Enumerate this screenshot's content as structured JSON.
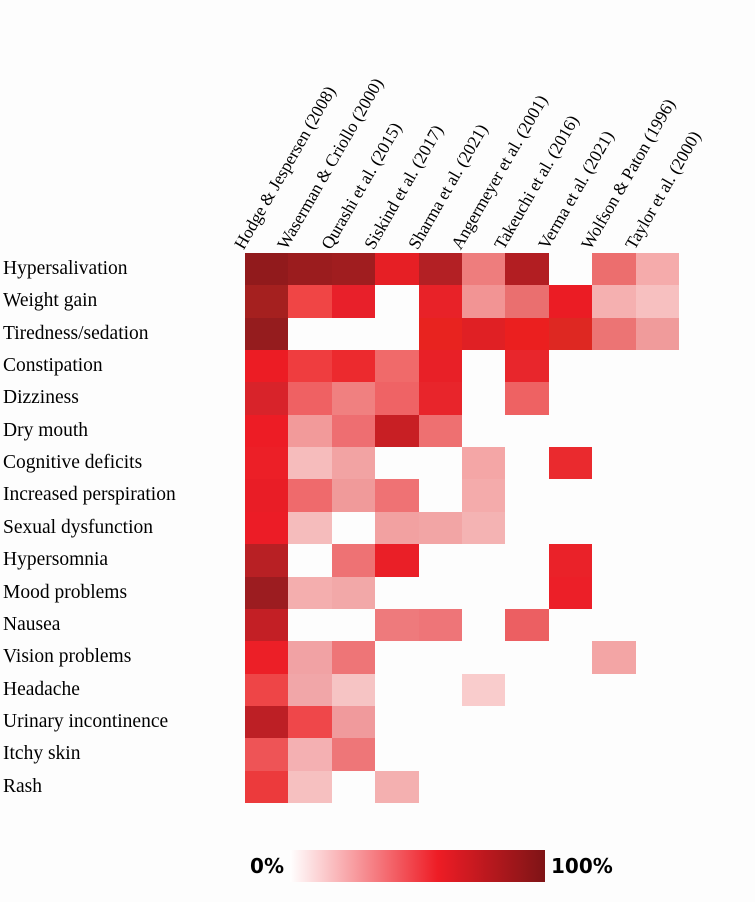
{
  "figure": {
    "kind": "heatmap",
    "background": "#fdfdfd"
  },
  "legend": {
    "min_label": "0%",
    "max_label": "100%",
    "gradient_start": "#ffffff",
    "gradient_mid": "#ee1c25",
    "gradient_end": "#7e1416"
  },
  "chart_data": {
    "type": "heatmap",
    "title": "",
    "xlabel": "",
    "ylabel": "",
    "grid": false,
    "legend_position": "bottom",
    "value_unit": "%",
    "vmin": 0,
    "vmax": 100,
    "colormap": [
      "#ffffff",
      "#ee1c25",
      "#7e1416"
    ],
    "missing_color": "#fdfdfd",
    "columns": [
      "Hodge & Jespersen (2008)",
      "Waserman & Criollo (2000)",
      "Qurashi et al. (2015)",
      "Siskind et al. (2017)",
      "Sharma et al. (2021)",
      "Angermeyer et al. (2001)",
      "Takeuchi et al. (2016)",
      "Verma et al. (2021)",
      "Wolfson & Paton (1996)",
      "Taylor et al. (2000)"
    ],
    "rows": [
      "Hypersalivation",
      "Weight gain",
      "Tiredness/sedation",
      "Constipation",
      "Dizziness",
      "Dry mouth",
      "Cognitive deficits",
      "Increased perspiration",
      "Sexual dysfunction",
      "Hypersomnia",
      "Mood problems",
      "Nausea",
      "Vision problems",
      "Headache",
      "Urinary incontinence",
      "Itchy skin",
      "Rash"
    ],
    "cell_colors": [
      [
        "#911a1c",
        "#9b1c1e",
        "#a01d1f",
        "#e61f25",
        "#b32024",
        "#ee7d7d",
        "#b21e22",
        null,
        "#ec6e6e",
        "#f5abab"
      ],
      [
        "#a5201f",
        "#f04545",
        "#e8202a",
        null,
        "#e82228",
        "#f29494",
        "#ea6f6f",
        "#eb1c24",
        "#f5b0b0",
        "#f7c0c0"
      ],
      [
        "#951c1e",
        null,
        null,
        null,
        "#e8231f",
        "#e02024",
        "#eb1f1f",
        "#de2822",
        "#ec7474",
        "#f09b9b"
      ],
      [
        "#ec1c24",
        "#ef3d3f",
        "#ec2a2e",
        "#f06a6a",
        "#e82027",
        null,
        "#e8262c",
        null,
        null,
        null
      ],
      [
        "#d8232a",
        "#ef6163",
        "#f08080",
        "#ef6365",
        "#e8252b",
        null,
        "#ee6263",
        null,
        null,
        null
      ],
      [
        "#ed1c25",
        "#f29a9a",
        "#ee6e71",
        "#c81f24",
        "#ee7071",
        null,
        null,
        null,
        null,
        null
      ],
      [
        "#ec1f27",
        "#f6bcbc",
        "#f2a3a3",
        null,
        null,
        "#f4a6a6",
        null,
        "#ea2a2e",
        null,
        null
      ],
      [
        "#e91d26",
        "#ef6a6c",
        "#f09a9a",
        "#ef7274",
        null,
        "#f4abab",
        null,
        null,
        null,
        null
      ],
      [
        "#ec1c26",
        "#f5bcbc",
        null,
        "#f2a1a1",
        "#f2a5a5",
        "#f4b3b3",
        null,
        null,
        null,
        null
      ],
      [
        "#b82024",
        null,
        "#ee7274",
        "#ea1f27",
        null,
        null,
        null,
        "#ea2229",
        null,
        null
      ],
      [
        "#9c1c20",
        "#f4aeae",
        "#f2a8a8",
        null,
        null,
        null,
        null,
        "#ec1f28",
        null,
        null
      ],
      [
        "#c31f25",
        null,
        null,
        "#ee7a7c",
        "#ee7578",
        null,
        "#ec5f62",
        null,
        null,
        null
      ],
      [
        "#ec1f27",
        "#f1a2a4",
        "#ee7577",
        null,
        null,
        null,
        null,
        null,
        "#f3a5a5",
        null
      ],
      [
        "#ee4547",
        "#f1a6a8",
        "#f6c4c4",
        null,
        null,
        "#f9cccc",
        null,
        null,
        null,
        null
      ],
      [
        "#bd1f25",
        "#ef474a",
        "#f09a9c",
        null,
        null,
        null,
        null,
        null,
        null,
        null
      ],
      [
        "#ee5456",
        "#f4b0b2",
        "#ee7678",
        null,
        null,
        null,
        null,
        null,
        null,
        null
      ],
      [
        "#ec3a3c",
        "#f6c0c0",
        null,
        "#f4b0b0",
        null,
        null,
        null,
        null,
        null,
        null
      ]
    ],
    "values": [
      [
        95,
        92,
        90,
        72,
        85,
        38,
        86,
        null,
        42,
        22
      ],
      [
        88,
        60,
        74,
        null,
        74,
        26,
        41,
        75,
        20,
        15
      ],
      [
        93,
        null,
        null,
        null,
        74,
        78,
        74,
        79,
        39,
        28
      ],
      [
        72,
        64,
        71,
        45,
        74,
        null,
        72,
        null,
        null,
        null
      ],
      [
        80,
        53,
        35,
        52,
        73,
        null,
        53,
        null,
        null,
        null
      ],
      [
        72,
        25,
        42,
        84,
        41,
        null,
        null,
        null,
        null,
        null
      ],
      [
        72,
        13,
        20,
        null,
        null,
        19,
        null,
        70,
        null,
        null
      ],
      [
        73,
        50,
        25,
        46,
        null,
        17,
        null,
        null,
        null,
        null
      ],
      [
        72,
        13,
        null,
        21,
        20,
        16,
        null,
        null,
        null,
        null
      ],
      [
        83,
        null,
        41,
        73,
        null,
        null,
        null,
        71,
        null,
        null
      ],
      [
        91,
        17,
        21,
        null,
        null,
        null,
        null,
        72,
        null,
        null
      ],
      [
        78,
        null,
        null,
        37,
        39,
        null,
        55,
        null,
        null,
        null
      ],
      [
        72,
        21,
        40,
        null,
        null,
        null,
        null,
        null,
        20,
        null
      ],
      [
        58,
        20,
        12,
        null,
        null,
        9,
        null,
        null,
        null,
        null
      ],
      [
        79,
        58,
        25,
        null,
        null,
        null,
        null,
        null,
        null,
        null
      ],
      [
        55,
        18,
        40,
        null,
        null,
        null,
        null,
        null,
        null,
        null
      ],
      [
        62,
        15,
        null,
        18,
        null,
        null,
        null,
        null,
        null,
        null
      ]
    ]
  }
}
